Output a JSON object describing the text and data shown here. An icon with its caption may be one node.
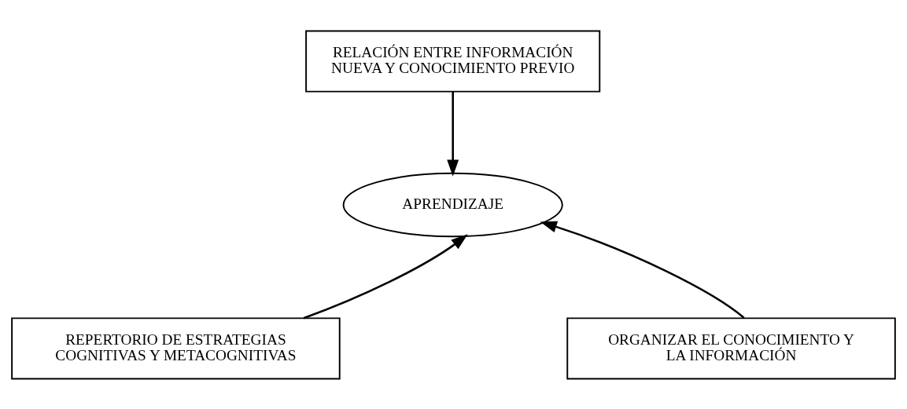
{
  "diagram": {
    "nodes": [
      {
        "text": [
          "RELACIÓN ENTRE INFORMACIÓN NUEVA Y CONOCIMIENTO PREVIO"
        ]
      },
      {
        "text": [
          "APRENDIZAJE"
        ]
      },
      {
        "text": [
          "REPERTORIO DE ESTRATEGIAS COGNITIVAS Y METACOGNITIVAS"
        ]
      },
      {
        "text": [
          "ORGANIZAR EL CONOCIMIENTO Y LA INFORMACIÓN"
        ]
      }
    ],
    "edges": [
      {
        "from": 0,
        "to": 1,
        "arrow": "to"
      },
      {
        "from": 2,
        "to": 1,
        "arrow": "to"
      },
      {
        "from": 3,
        "to": 1,
        "arrow": "to"
      }
    ]
  }
}
